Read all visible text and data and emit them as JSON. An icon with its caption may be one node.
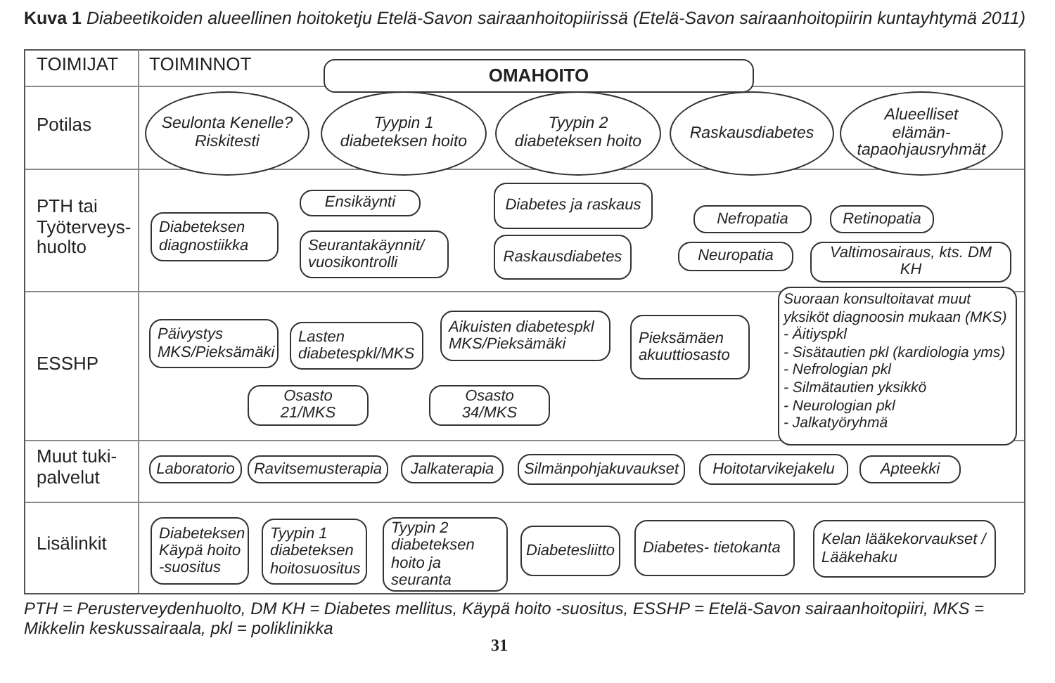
{
  "diagram": {
    "title": "**Kuva 1** *Diabeetikoiden alueellinen hoitoketju Etelä-Savon sairaanhoitopiirissä (Etelä-Savon sairaanhoitopiirin kuntayhtymä 2011)*",
    "caption": "PTH = Perusterveydenhuolto, DM KH = Diabetes mellitus, Käypä hoito -suositus, ESSHP = Etelä-Savon sairaanhoitopiiri, MKS = Mikkelin keskussairaala, pkl = poliklinikka",
    "nodes": [
      {
        "text": [
          "OMAHOITO"
        ]
      },
      {
        "text": [
          "Seulonta Kenelle? Riskitesti"
        ]
      },
      {
        "text": [
          "Tyypin 1 diabeteksen hoito"
        ]
      },
      {
        "text": [
          "Tyypin 2 diabeteksen hoito"
        ]
      },
      {
        "text": [
          "Raskausdiabetes"
        ]
      },
      {
        "text": [
          "Alueelliset elämän- tapaohjausryhmät"
        ]
      },
      {
        "text": [
          "Diabeteksen diagnostiikka"
        ]
      },
      {
        "text": [
          "Ensikäynti"
        ]
      },
      {
        "text": [
          "Seurantakäynnit/ vuosikontrolli"
        ]
      },
      {
        "text": [
          "Diabetes ja raskaus"
        ]
      },
      {
        "text": [
          "Raskausdiabetes"
        ]
      },
      {
        "text": [
          "Nefropatia"
        ]
      },
      {
        "text": [
          "Retinopatia"
        ]
      },
      {
        "text": [
          "Neuropatia"
        ]
      },
      {
        "text": [
          "Valtimosairaus, kts. DM KH"
        ]
      },
      {
        "text": [
          "Päivystys MKS/Pieksämäki"
        ]
      },
      {
        "text": [
          "Lasten diabetespkl/MKS"
        ]
      },
      {
        "text": [
          "Aikuisten diabetespkl MKS/Pieksämäki"
        ]
      },
      {
        "text": [
          "Pieksämäen akuuttiosasto"
        ]
      },
      {
        "text": [
          "Suoraan konsultoitavat muut yksiköt diagnoosin mukaan (MKS)",
          "- Äitiyspkl",
          "- Sisätautien pkl (kardiologia yms)",
          "- Nefrologian pkl",
          "- Silmätautien yksikkö",
          "- Neurologian pkl",
          "- Jalkatyöryhmä"
        ]
      },
      {
        "text": [
          "Osasto 21/MKS"
        ]
      },
      {
        "text": [
          "Osasto 34/MKS"
        ]
      },
      {
        "text": [
          "Laboratorio"
        ]
      },
      {
        "text": [
          "Ravitsemusterapia"
        ]
      },
      {
        "text": [
          "Jalkaterapia"
        ]
      },
      {
        "text": [
          "Silmänpohjakuvaukset"
        ]
      },
      {
        "text": [
          "Hoitotarvikejakelu"
        ]
      },
      {
        "text": [
          "Apteekki"
        ]
      },
      {
        "text": [
          "Diabeteksen Käypä hoito -suositus"
        ]
      },
      {
        "text": [
          "Tyypin 1 diabeteksen hoitosuositus"
        ]
      },
      {
        "text": [
          "Tyypin 2 diabeteksen hoito ja seuranta"
        ]
      },
      {
        "text": [
          "Diabetesliitto"
        ]
      },
      {
        "text": [
          "Diabetes- tietokanta"
        ]
      },
      {
        "text": [
          "Kelan lääkekorvaukset / Lääkehaku"
        ]
      }
    ],
    "labels": [
      "TOIMIJAT",
      "TOIMINNOT",
      "Potilas",
      "PTH tai Työterveys- huolto",
      "ESSHP",
      "Muut tuki- palvelut",
      "Lisälinkit",
      "31"
    ]
  }
}
